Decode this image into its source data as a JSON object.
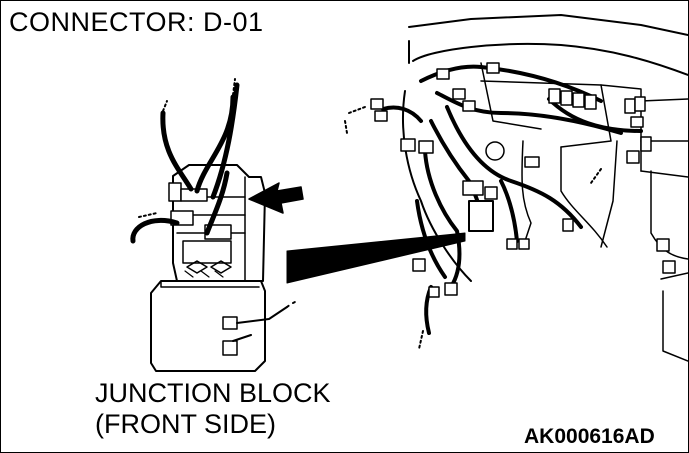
{
  "title": "CONNECTOR: D-01",
  "caption": {
    "line1": "JUNCTION BLOCK",
    "line2": "(FRONT SIDE)"
  },
  "figure_code": "AK000616AD"
}
